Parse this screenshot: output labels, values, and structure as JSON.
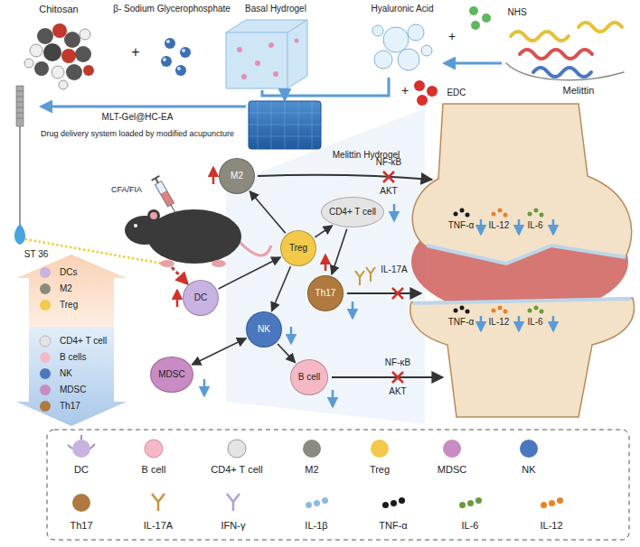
{
  "diagram": {
    "nodes": [
      {
        "text": [
          "M2"
        ]
      },
      {
        "text": [
          "Treg"
        ]
      },
      {
        "text": [
          "CD4+ T cell"
        ]
      },
      {
        "text": [
          "Th17"
        ]
      },
      {
        "text": [
          "DC"
        ]
      },
      {
        "text": [
          "NK"
        ]
      },
      {
        "text": [
          "MDSC"
        ]
      },
      {
        "text": [
          "B cell"
        ]
      }
    ],
    "edges": [
      {
        "from": 4,
        "to": 1,
        "arrow": "to"
      },
      {
        "from": 1,
        "to": 0,
        "arrow": "to"
      },
      {
        "from": 1,
        "to": 2,
        "arrow": "to"
      },
      {
        "from": 2,
        "to": 3,
        "arrow": "to"
      },
      {
        "from": 1,
        "to": 5,
        "arrow": "to"
      },
      {
        "from": 5,
        "to": 6,
        "arrow": "both"
      },
      {
        "from": 5,
        "to": 7,
        "arrow": "to"
      }
    ],
    "labels": [
      "Chitosan",
      "+",
      "β- Sodium Glycerophosphate",
      "Basal Hydrogel",
      "Hyaluronic Acid",
      "+",
      "NHS",
      "+",
      "EDC",
      "Melittin",
      "MLT-Gel@HC-EA",
      "Drug delivery system loaded by modified acupuncture",
      "Melittin Hydrogel",
      "CFA/FIA",
      "ST 36",
      "DCs",
      "M2",
      "Treg",
      "CD4+ T cell",
      "B cells",
      "NK",
      "MDSC",
      "Th17",
      "NF-κB",
      "AKT",
      "TNF-α",
      "IL-12",
      "IL-6",
      "IL-17A",
      "TNF-α",
      "IL-12",
      "IL-6",
      "NF-κB",
      "AKT"
    ],
    "legend": [
      {
        "text": "DC"
      },
      {
        "text": "B cell"
      },
      {
        "text": "CD4+ T cell"
      },
      {
        "text": "M2"
      },
      {
        "text": "Treg"
      },
      {
        "text": "MDSC"
      },
      {
        "text": "NK"
      },
      {
        "text": "Th17"
      },
      {
        "text": "IL-17A"
      },
      {
        "text": "IFN-γ"
      },
      {
        "text": "IL-1β",
        "color": "#8db9e8"
      },
      {
        "text": "TNF-α",
        "color": "#1a1a1a"
      },
      {
        "text": "IL-6",
        "color": "#6a9a3a"
      },
      {
        "text": "IL-12",
        "color": "#e8822a"
      }
    ]
  }
}
